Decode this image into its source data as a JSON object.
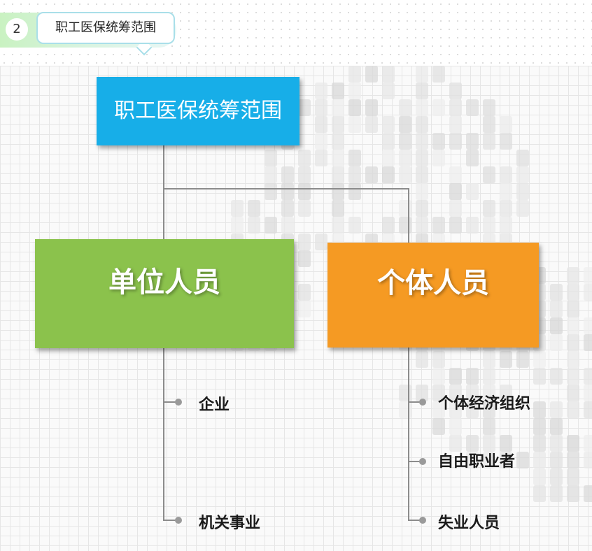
{
  "step": {
    "number": "2",
    "label": "职工医保统筹范围"
  },
  "diagram": {
    "root": {
      "label": "职工医保统筹范围",
      "color": "#17aee8"
    },
    "branches": [
      {
        "label": "单位人员",
        "color": "#8bc24c",
        "items": [
          "企业",
          "机关事业"
        ]
      },
      {
        "label": "个体人员",
        "color": "#f59a23",
        "items": [
          "个体经济组织",
          "自由职业者",
          "失业人员"
        ]
      }
    ]
  }
}
